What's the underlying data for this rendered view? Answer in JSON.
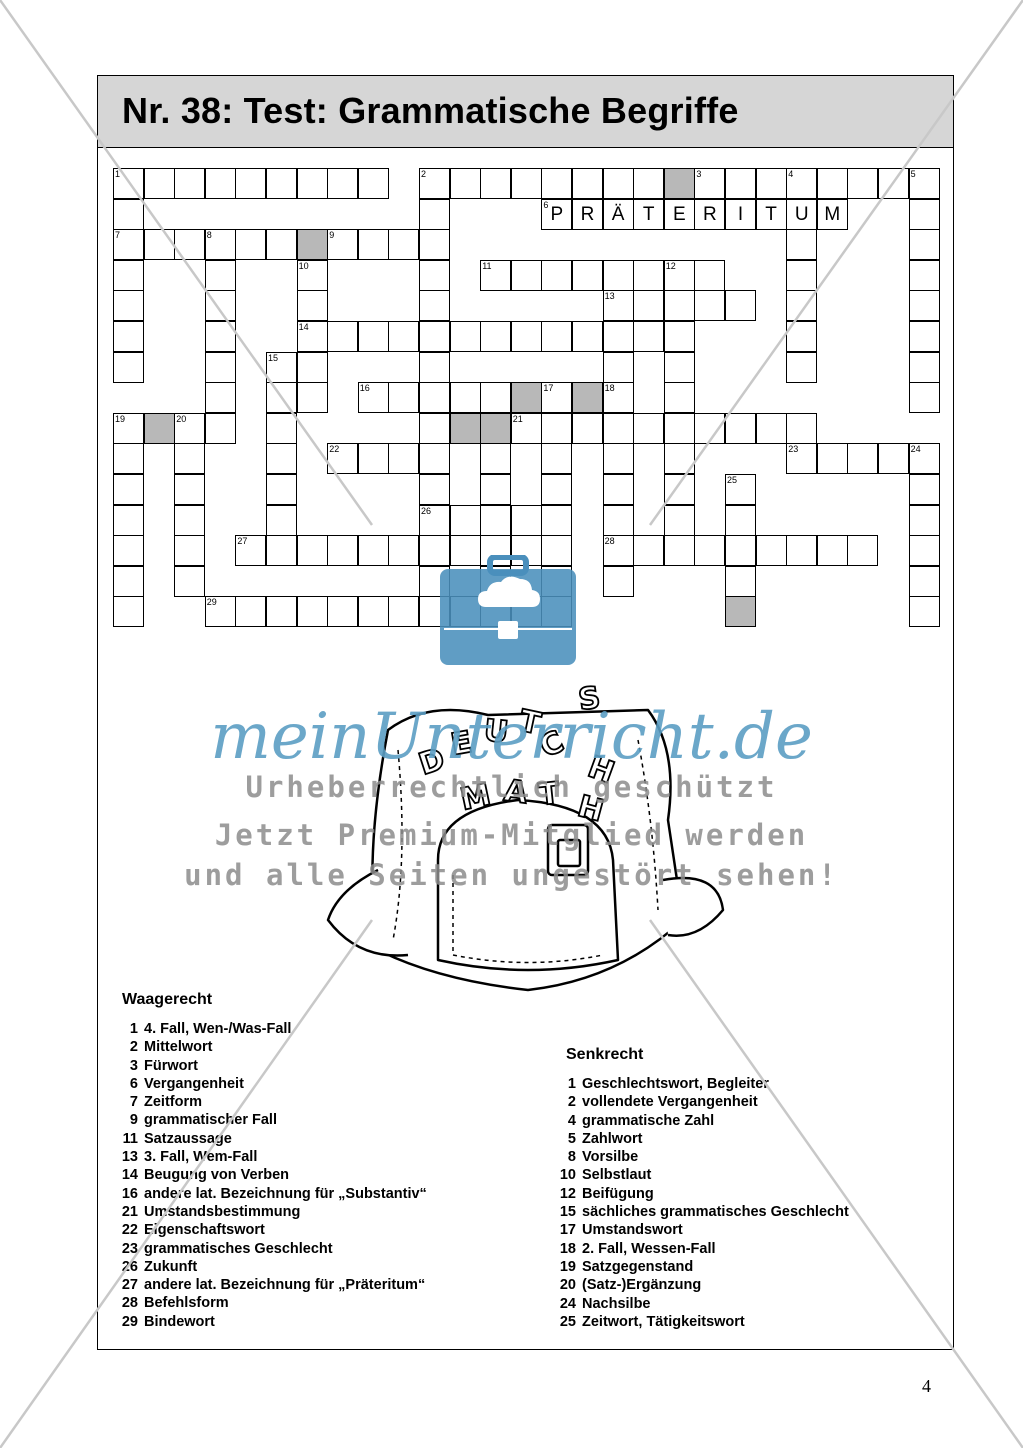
{
  "title": "Nr. 38: Test: Grammatische Begriffe",
  "crossword": {
    "cells": [
      [
        0,
        0
      ],
      [
        1,
        0
      ],
      [
        2,
        0
      ],
      [
        3,
        0
      ],
      [
        4,
        0
      ],
      [
        5,
        0
      ],
      [
        6,
        0
      ],
      [
        7,
        0
      ],
      [
        8,
        0
      ],
      [
        10,
        0
      ],
      [
        11,
        0
      ],
      [
        12,
        0
      ],
      [
        13,
        0
      ],
      [
        14,
        0
      ],
      [
        15,
        0
      ],
      [
        16,
        0
      ],
      [
        17,
        0
      ],
      [
        18,
        0
      ],
      [
        19,
        0
      ],
      [
        20,
        0
      ],
      [
        21,
        0
      ],
      [
        22,
        0
      ],
      [
        23,
        0
      ],
      [
        24,
        0
      ],
      [
        25,
        0
      ],
      [
        26,
        0
      ],
      [
        0,
        1
      ],
      [
        10,
        1
      ],
      [
        14,
        1
      ],
      [
        15,
        1
      ],
      [
        16,
        1
      ],
      [
        17,
        1
      ],
      [
        18,
        1
      ],
      [
        19,
        1
      ],
      [
        20,
        1
      ],
      [
        21,
        1
      ],
      [
        22,
        1
      ],
      [
        23,
        1
      ],
      [
        26,
        1
      ],
      [
        0,
        2
      ],
      [
        1,
        2
      ],
      [
        2,
        2
      ],
      [
        3,
        2
      ],
      [
        4,
        2
      ],
      [
        5,
        2
      ],
      [
        6,
        2
      ],
      [
        7,
        2
      ],
      [
        8,
        2
      ],
      [
        9,
        2
      ],
      [
        10,
        2
      ],
      [
        22,
        2
      ],
      [
        26,
        2
      ],
      [
        0,
        3
      ],
      [
        3,
        3
      ],
      [
        6,
        3
      ],
      [
        10,
        3
      ],
      [
        12,
        3
      ],
      [
        13,
        3
      ],
      [
        14,
        3
      ],
      [
        15,
        3
      ],
      [
        16,
        3
      ],
      [
        17,
        3
      ],
      [
        18,
        3
      ],
      [
        19,
        3
      ],
      [
        22,
        3
      ],
      [
        26,
        3
      ],
      [
        0,
        4
      ],
      [
        3,
        4
      ],
      [
        6,
        4
      ],
      [
        10,
        4
      ],
      [
        16,
        4
      ],
      [
        17,
        4
      ],
      [
        18,
        4
      ],
      [
        19,
        4
      ],
      [
        20,
        4
      ],
      [
        22,
        4
      ],
      [
        26,
        4
      ],
      [
        0,
        5
      ],
      [
        3,
        5
      ],
      [
        6,
        5
      ],
      [
        7,
        5
      ],
      [
        8,
        5
      ],
      [
        9,
        5
      ],
      [
        10,
        5
      ],
      [
        11,
        5
      ],
      [
        12,
        5
      ],
      [
        13,
        5
      ],
      [
        14,
        5
      ],
      [
        15,
        5
      ],
      [
        16,
        5
      ],
      [
        17,
        5
      ],
      [
        18,
        5
      ],
      [
        22,
        5
      ],
      [
        26,
        5
      ],
      [
        0,
        6
      ],
      [
        3,
        6
      ],
      [
        5,
        6
      ],
      [
        6,
        6
      ],
      [
        10,
        6
      ],
      [
        16,
        6
      ],
      [
        18,
        6
      ],
      [
        22,
        6
      ],
      [
        26,
        6
      ],
      [
        3,
        7
      ],
      [
        5,
        7
      ],
      [
        6,
        7
      ],
      [
        8,
        7
      ],
      [
        9,
        7
      ],
      [
        10,
        7
      ],
      [
        11,
        7
      ],
      [
        12,
        7
      ],
      [
        13,
        7
      ],
      [
        14,
        7
      ],
      [
        15,
        7
      ],
      [
        16,
        7
      ],
      [
        18,
        7
      ],
      [
        26,
        7
      ],
      [
        0,
        8
      ],
      [
        1,
        8
      ],
      [
        2,
        8
      ],
      [
        3,
        8
      ],
      [
        5,
        8
      ],
      [
        10,
        8
      ],
      [
        11,
        8
      ],
      [
        12,
        8
      ],
      [
        13,
        8
      ],
      [
        14,
        8
      ],
      [
        15,
        8
      ],
      [
        16,
        8
      ],
      [
        17,
        8
      ],
      [
        18,
        8
      ],
      [
        19,
        8
      ],
      [
        20,
        8
      ],
      [
        21,
        8
      ],
      [
        22,
        8
      ],
      [
        0,
        9
      ],
      [
        2,
        9
      ],
      [
        5,
        9
      ],
      [
        7,
        9
      ],
      [
        8,
        9
      ],
      [
        9,
        9
      ],
      [
        10,
        9
      ],
      [
        12,
        9
      ],
      [
        14,
        9
      ],
      [
        16,
        9
      ],
      [
        18,
        9
      ],
      [
        22,
        9
      ],
      [
        23,
        9
      ],
      [
        24,
        9
      ],
      [
        25,
        9
      ],
      [
        26,
        9
      ],
      [
        0,
        10
      ],
      [
        2,
        10
      ],
      [
        5,
        10
      ],
      [
        10,
        10
      ],
      [
        12,
        10
      ],
      [
        14,
        10
      ],
      [
        16,
        10
      ],
      [
        18,
        10
      ],
      [
        20,
        10
      ],
      [
        26,
        10
      ],
      [
        0,
        11
      ],
      [
        2,
        11
      ],
      [
        5,
        11
      ],
      [
        10,
        11
      ],
      [
        11,
        11
      ],
      [
        12,
        11
      ],
      [
        13,
        11
      ],
      [
        14,
        11
      ],
      [
        16,
        11
      ],
      [
        18,
        11
      ],
      [
        20,
        11
      ],
      [
        26,
        11
      ],
      [
        0,
        12
      ],
      [
        2,
        12
      ],
      [
        4,
        12
      ],
      [
        5,
        12
      ],
      [
        6,
        12
      ],
      [
        7,
        12
      ],
      [
        8,
        12
      ],
      [
        9,
        12
      ],
      [
        10,
        12
      ],
      [
        11,
        12
      ],
      [
        12,
        12
      ],
      [
        13,
        12
      ],
      [
        14,
        12
      ],
      [
        16,
        12
      ],
      [
        17,
        12
      ],
      [
        18,
        12
      ],
      [
        19,
        12
      ],
      [
        20,
        12
      ],
      [
        21,
        12
      ],
      [
        22,
        12
      ],
      [
        23,
        12
      ],
      [
        24,
        12
      ],
      [
        26,
        12
      ],
      [
        0,
        13
      ],
      [
        2,
        13
      ],
      [
        10,
        13
      ],
      [
        12,
        13
      ],
      [
        14,
        13
      ],
      [
        16,
        13
      ],
      [
        20,
        13
      ],
      [
        26,
        13
      ],
      [
        0,
        14
      ],
      [
        3,
        14
      ],
      [
        4,
        14
      ],
      [
        5,
        14
      ],
      [
        6,
        14
      ],
      [
        7,
        14
      ],
      [
        8,
        14
      ],
      [
        9,
        14
      ],
      [
        10,
        14
      ],
      [
        11,
        14
      ],
      [
        12,
        14
      ],
      [
        13,
        14
      ],
      [
        14,
        14
      ],
      [
        20,
        14
      ],
      [
        26,
        14
      ]
    ],
    "shaded": [
      [
        18,
        0
      ],
      [
        6,
        2
      ],
      [
        1,
        8
      ],
      [
        11,
        8
      ],
      [
        12,
        8
      ],
      [
        13,
        7
      ],
      [
        15,
        7
      ],
      [
        20,
        14
      ]
    ],
    "numbers": [
      {
        "n": "1",
        "c": 0,
        "r": 0
      },
      {
        "n": "2",
        "c": 10,
        "r": 0
      },
      {
        "n": "3",
        "c": 19,
        "r": 0
      },
      {
        "n": "4",
        "c": 22,
        "r": 0
      },
      {
        "n": "5",
        "c": 26,
        "r": 0
      },
      {
        "n": "6",
        "c": 14,
        "r": 1
      },
      {
        "n": "7",
        "c": 0,
        "r": 2
      },
      {
        "n": "8",
        "c": 3,
        "r": 2
      },
      {
        "n": "9",
        "c": 7,
        "r": 2
      },
      {
        "n": "10",
        "c": 6,
        "r": 3
      },
      {
        "n": "11",
        "c": 12,
        "r": 3
      },
      {
        "n": "12",
        "c": 18,
        "r": 3
      },
      {
        "n": "13",
        "c": 16,
        "r": 4
      },
      {
        "n": "14",
        "c": 6,
        "r": 5
      },
      {
        "n": "15",
        "c": 5,
        "r": 6
      },
      {
        "n": "16",
        "c": 8,
        "r": 7
      },
      {
        "n": "17",
        "c": 14,
        "r": 7
      },
      {
        "n": "18",
        "c": 16,
        "r": 7
      },
      {
        "n": "19",
        "c": 0,
        "r": 8
      },
      {
        "n": "20",
        "c": 2,
        "r": 8
      },
      {
        "n": "21",
        "c": 13,
        "r": 8
      },
      {
        "n": "22",
        "c": 7,
        "r": 9
      },
      {
        "n": "23",
        "c": 22,
        "r": 9
      },
      {
        "n": "24",
        "c": 26,
        "r": 9
      },
      {
        "n": "25",
        "c": 20,
        "r": 10
      },
      {
        "n": "26",
        "c": 10,
        "r": 11
      },
      {
        "n": "27",
        "c": 4,
        "r": 12
      },
      {
        "n": "28",
        "c": 16,
        "r": 12
      },
      {
        "n": "29",
        "c": 3,
        "r": 14
      }
    ],
    "example_word": [
      "P",
      "R",
      "Ä",
      "T",
      "E",
      "R",
      "I",
      "T",
      "U",
      "M"
    ]
  },
  "watermark": {
    "brand": "meinUnterricht.de",
    "line1": "Urheberrechtlich geschützt",
    "line2": "Jetzt Premium-Mitglied werden",
    "line3": "und alle Seiten ungestört sehen!"
  },
  "bag_letters": [
    "D",
    "E",
    "U",
    "T",
    "S",
    "C",
    "H",
    "M",
    "A",
    "T",
    "H"
  ],
  "across": {
    "heading": "Waagerecht",
    "clues": [
      {
        "n": "1",
        "t": "4. Fall, Wen-/Was-Fall"
      },
      {
        "n": "2",
        "t": "Mittelwort"
      },
      {
        "n": "3",
        "t": "Fürwort"
      },
      {
        "n": "6",
        "t": "Vergangenheit"
      },
      {
        "n": "7",
        "t": "Zeitform"
      },
      {
        "n": "9",
        "t": "grammatischer Fall"
      },
      {
        "n": "11",
        "t": "Satzaussage"
      },
      {
        "n": "13",
        "t": "3. Fall, Wem-Fall"
      },
      {
        "n": "14",
        "t": "Beugung von Verben"
      },
      {
        "n": "16",
        "t": "andere lat. Bezeichnung für „Substantiv“"
      },
      {
        "n": "21",
        "t": "Umstandsbestimmung"
      },
      {
        "n": "22",
        "t": "Eigenschaftswort"
      },
      {
        "n": "23",
        "t": "grammatisches Geschlecht"
      },
      {
        "n": "26",
        "t": "Zukunft"
      },
      {
        "n": "27",
        "t": "andere lat. Bezeichnung für „Präteritum“"
      },
      {
        "n": "28",
        "t": "Befehlsform"
      },
      {
        "n": "29",
        "t": "Bindewort"
      }
    ]
  },
  "down": {
    "heading": "Senkrecht",
    "clues": [
      {
        "n": "1",
        "t": "Geschlechtswort, Begleiter"
      },
      {
        "n": "2",
        "t": "vollendete Vergangenheit"
      },
      {
        "n": "4",
        "t": "grammatische Zahl"
      },
      {
        "n": "5",
        "t": "Zahlwort"
      },
      {
        "n": "8",
        "t": "Vorsilbe"
      },
      {
        "n": "10",
        "t": "Selbstlaut"
      },
      {
        "n": "12",
        "t": "Beifügung"
      },
      {
        "n": "15",
        "t": "sächliches grammatisches Geschlecht"
      },
      {
        "n": "17",
        "t": "Umstandswort"
      },
      {
        "n": "18",
        "t": "2. Fall, Wessen-Fall"
      },
      {
        "n": "19",
        "t": "Satzgegenstand"
      },
      {
        "n": "20",
        "t": "(Satz-)Ergänzung"
      },
      {
        "n": "24",
        "t": "Nachsilbe"
      },
      {
        "n": "25",
        "t": "Zeitwort, Tätigkeitswort"
      }
    ]
  },
  "page_number": "4"
}
